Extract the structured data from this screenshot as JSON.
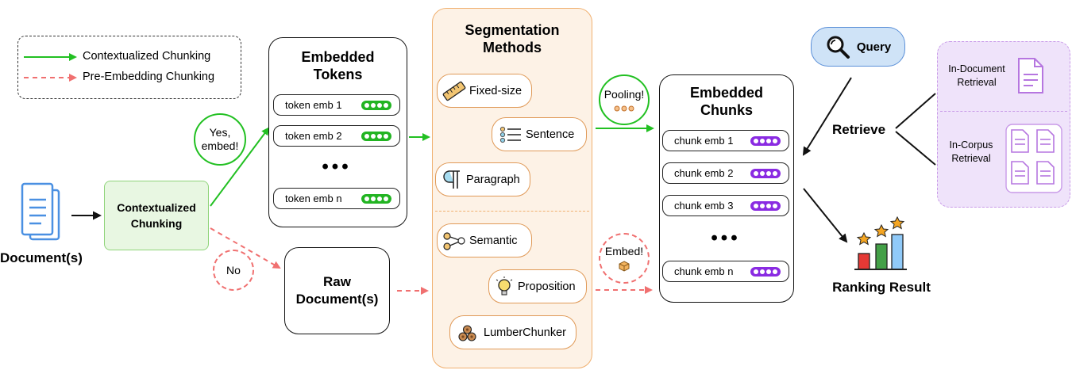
{
  "legend": {
    "contextualized": "Contextualized Chunking",
    "pre_embedding": "Pre-Embedding Chunking"
  },
  "document_label": "Document(s)",
  "contextualized_box": "Contextualized Chunking",
  "yes_circle": "Yes, embed!",
  "no_circle": "No",
  "embedded_tokens": {
    "title": "Embedded Tokens",
    "items": [
      "token emb 1",
      "token emb 2",
      "token emb n"
    ],
    "ellipsis": "•••"
  },
  "raw_documents": "Raw Document(s)",
  "segmentation": {
    "title": "Segmentation Methods",
    "methods": [
      "Fixed-size",
      "Sentence",
      "Paragraph",
      "Semantic",
      "Proposition",
      "LumberChunker"
    ]
  },
  "pooling_circle": "Pooling!",
  "embed_circle": "Embed!",
  "embedded_chunks": {
    "title": "Embedded Chunks",
    "items": [
      "chunk emb 1",
      "chunk emb 2",
      "chunk emb 3",
      "chunk emb n"
    ],
    "ellipsis": "•••"
  },
  "query": "Query",
  "retrieve": "Retrieve",
  "in_document": "In-Document Retrieval",
  "in_corpus": "In-Corpus Retrieval",
  "ranking_result": "Ranking Result",
  "colors": {
    "green": "#22c022",
    "red_dashed": "#f07070",
    "orange_panel": "#fdf2e6",
    "orange_border": "#f0b070",
    "purple_panel": "#efe3fa",
    "purple_border": "#c89ae8",
    "query_fill": "#cfe3f7",
    "query_border": "#5a8fd8",
    "context_fill": "#e8f7e2",
    "context_border": "#8fd47a"
  }
}
